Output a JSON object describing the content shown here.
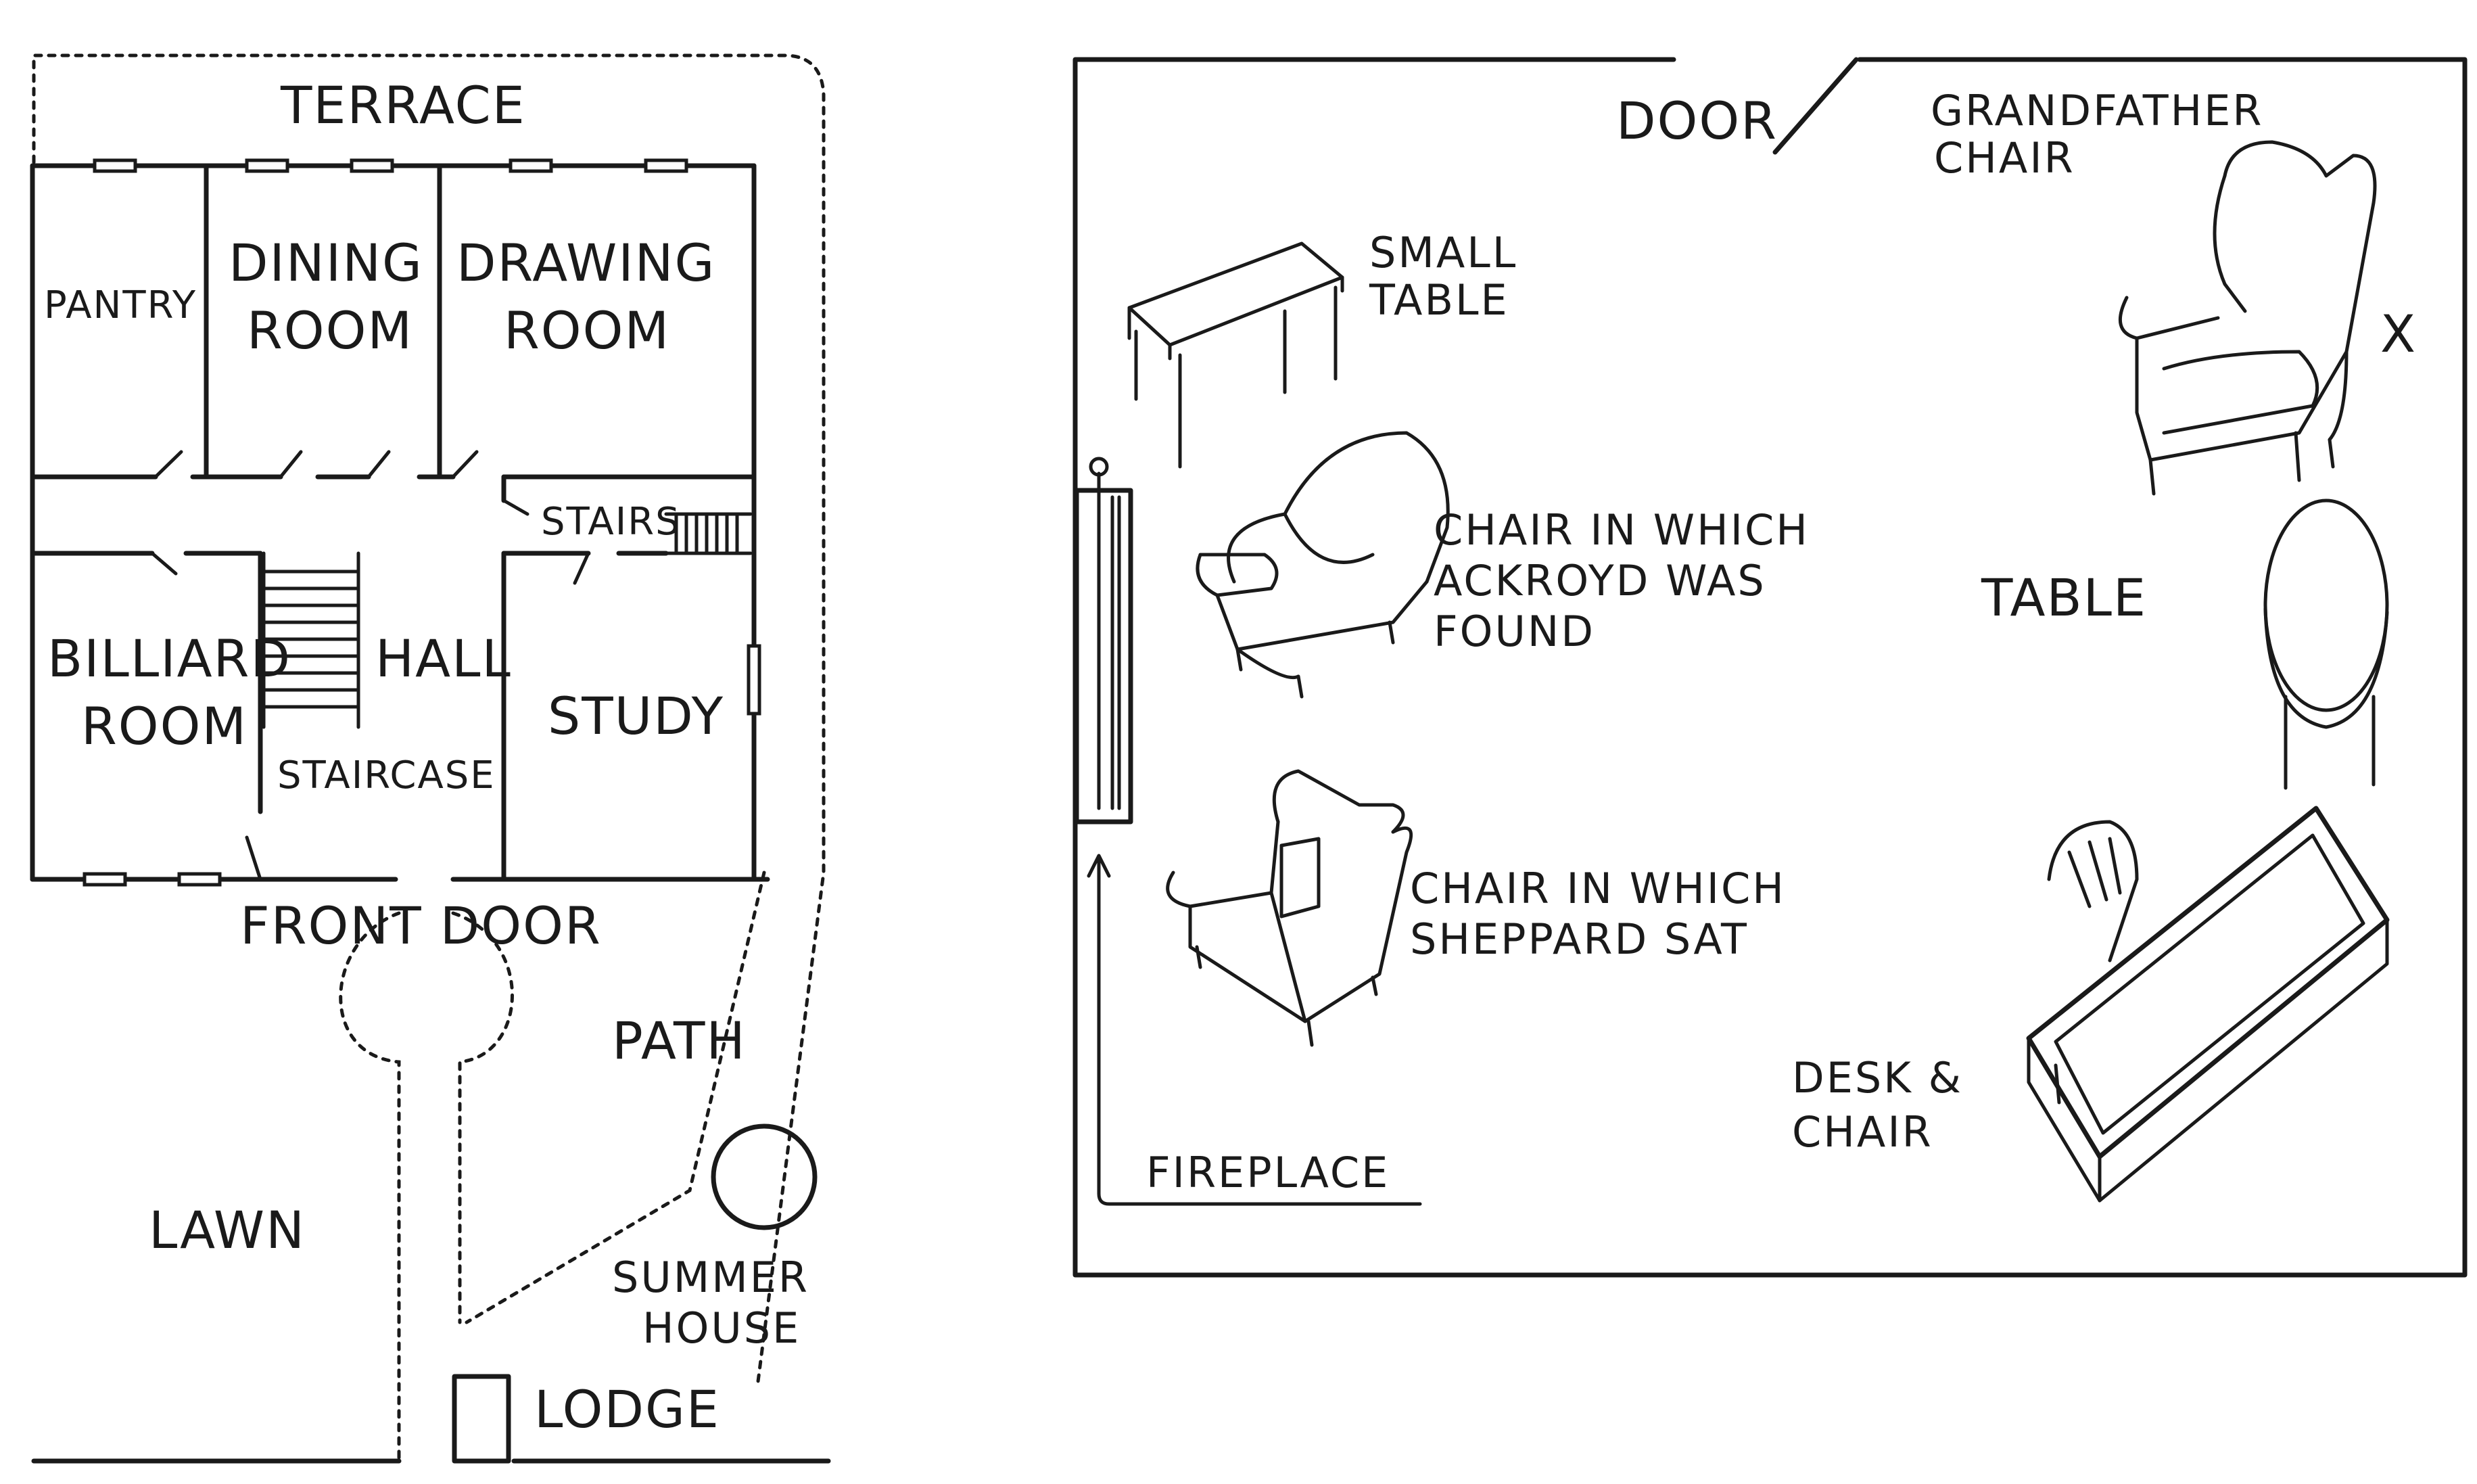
{
  "house_plan": {
    "terrace": "TERRACE",
    "pantry": "PANTRY",
    "dining_room": [
      "DINING",
      "ROOM"
    ],
    "drawing_room": [
      "DRAWING",
      "ROOM"
    ],
    "stairs": "STAIRS",
    "billiard_room": [
      "BILLIARD",
      "ROOM"
    ],
    "hall": "HALL",
    "staircase": "STAIRCASE",
    "study": "STUDY",
    "front_door": "FRONT DOOR",
    "path": "PATH",
    "lawn": "LAWN",
    "summer_house": [
      "SUMMER",
      "HOUSE"
    ],
    "lodge": "LODGE"
  },
  "study_plan": {
    "door": "DOOR",
    "grandfather_chair": [
      "GRANDFATHER",
      "CHAIR"
    ],
    "x_mark": "X",
    "small_table": [
      "SMALL",
      "TABLE"
    ],
    "chair_ackroyd": [
      "CHAIR IN WHICH",
      "ACKROYD WAS",
      "FOUND"
    ],
    "table": "TABLE",
    "chair_sheppard": [
      "CHAIR IN WHICH",
      "SHEPPARD SAT"
    ],
    "desk_chair": [
      "DESK &",
      "CHAIR"
    ],
    "fireplace": "FIREPLACE"
  }
}
